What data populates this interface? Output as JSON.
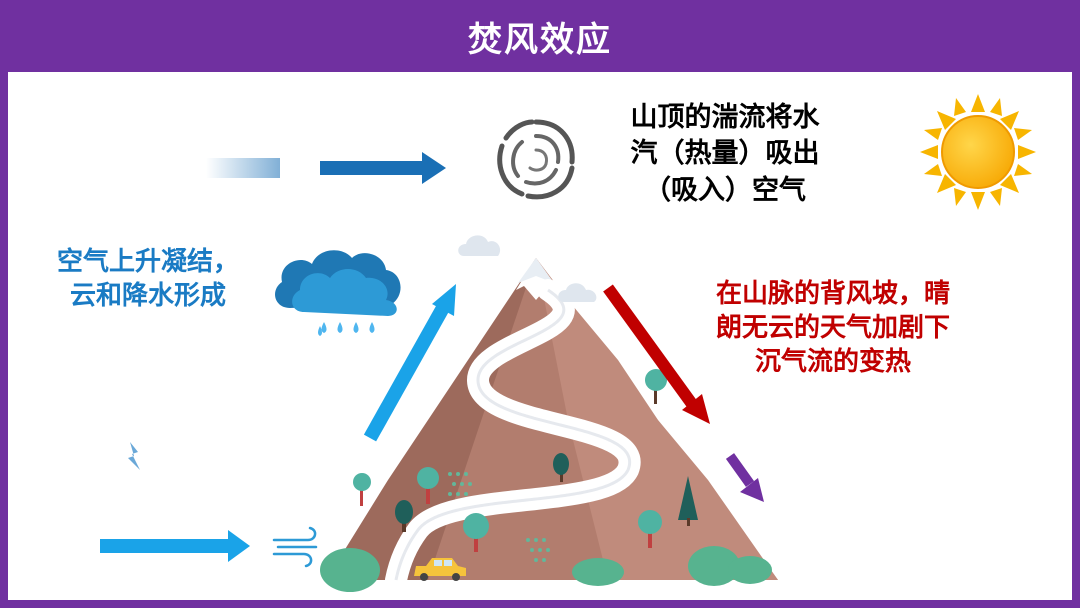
{
  "title": "焚风效应",
  "labels": {
    "top_line1": "山顶的湍流将水",
    "top_line2": "汽（热量）吸出",
    "top_line3": "（吸入）空气",
    "left_line1": "空气上升凝结，",
    "left_line2": "云和降水形成",
    "right_line1": "在山脉的背风坡，晴",
    "right_line2": "朗无云的天气加剧下",
    "right_line3": "沉气流的变热"
  },
  "colors": {
    "frame": "#7030a0",
    "top_text": "#000000",
    "windward_text": "#1a7bc4",
    "leeward_text": "#c00000",
    "upwind_arrow": "#1aa3e8",
    "top_arrow": "#1a6fb5",
    "downwind_arrow": "#c00000",
    "exit_arrow": "#7030a0",
    "mountain": "#b27d6e",
    "sun": "#f7b500"
  },
  "icons": [
    "vortex-icon",
    "sun-icon",
    "rain-cloud-icon",
    "wind-icon",
    "car-icon",
    "tree-icon",
    "cloud-icon"
  ]
}
